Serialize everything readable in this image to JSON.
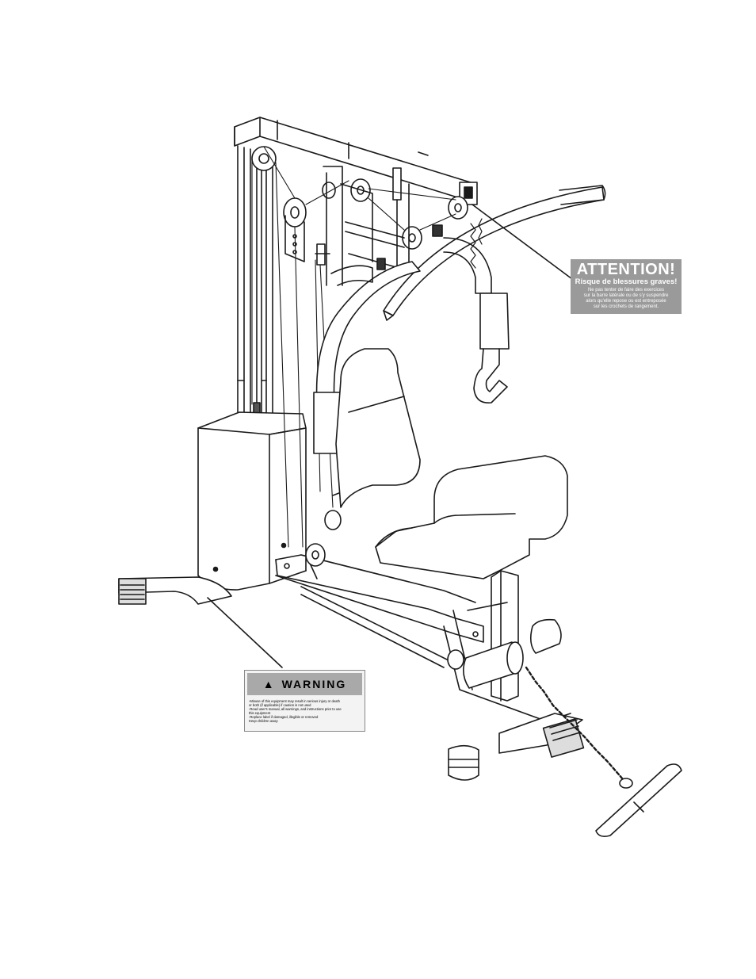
{
  "attention_label": {
    "title": "ATTENTION!",
    "subtitle": "Risque de blessures graves!",
    "lines": [
      "Ne pas tenter de faire des exercices",
      "sur la barre latérale ou de s'y suspendre",
      "alors qu'elle repose ou est entreposée",
      "sur les crochets de rangement."
    ]
  },
  "warning_label": {
    "title": "WARNING",
    "symbol": "▲",
    "lines": [
      "-Misuse of this equipment may result in serious injury or death",
      " or both (if applicable) if caution is not used",
      "-Read user's manual, all warnings, and instructions prior to use",
      " this equipment",
      "-Replace label if damaged, illegible or removed"
    ],
    "footer": "Keep children away"
  }
}
